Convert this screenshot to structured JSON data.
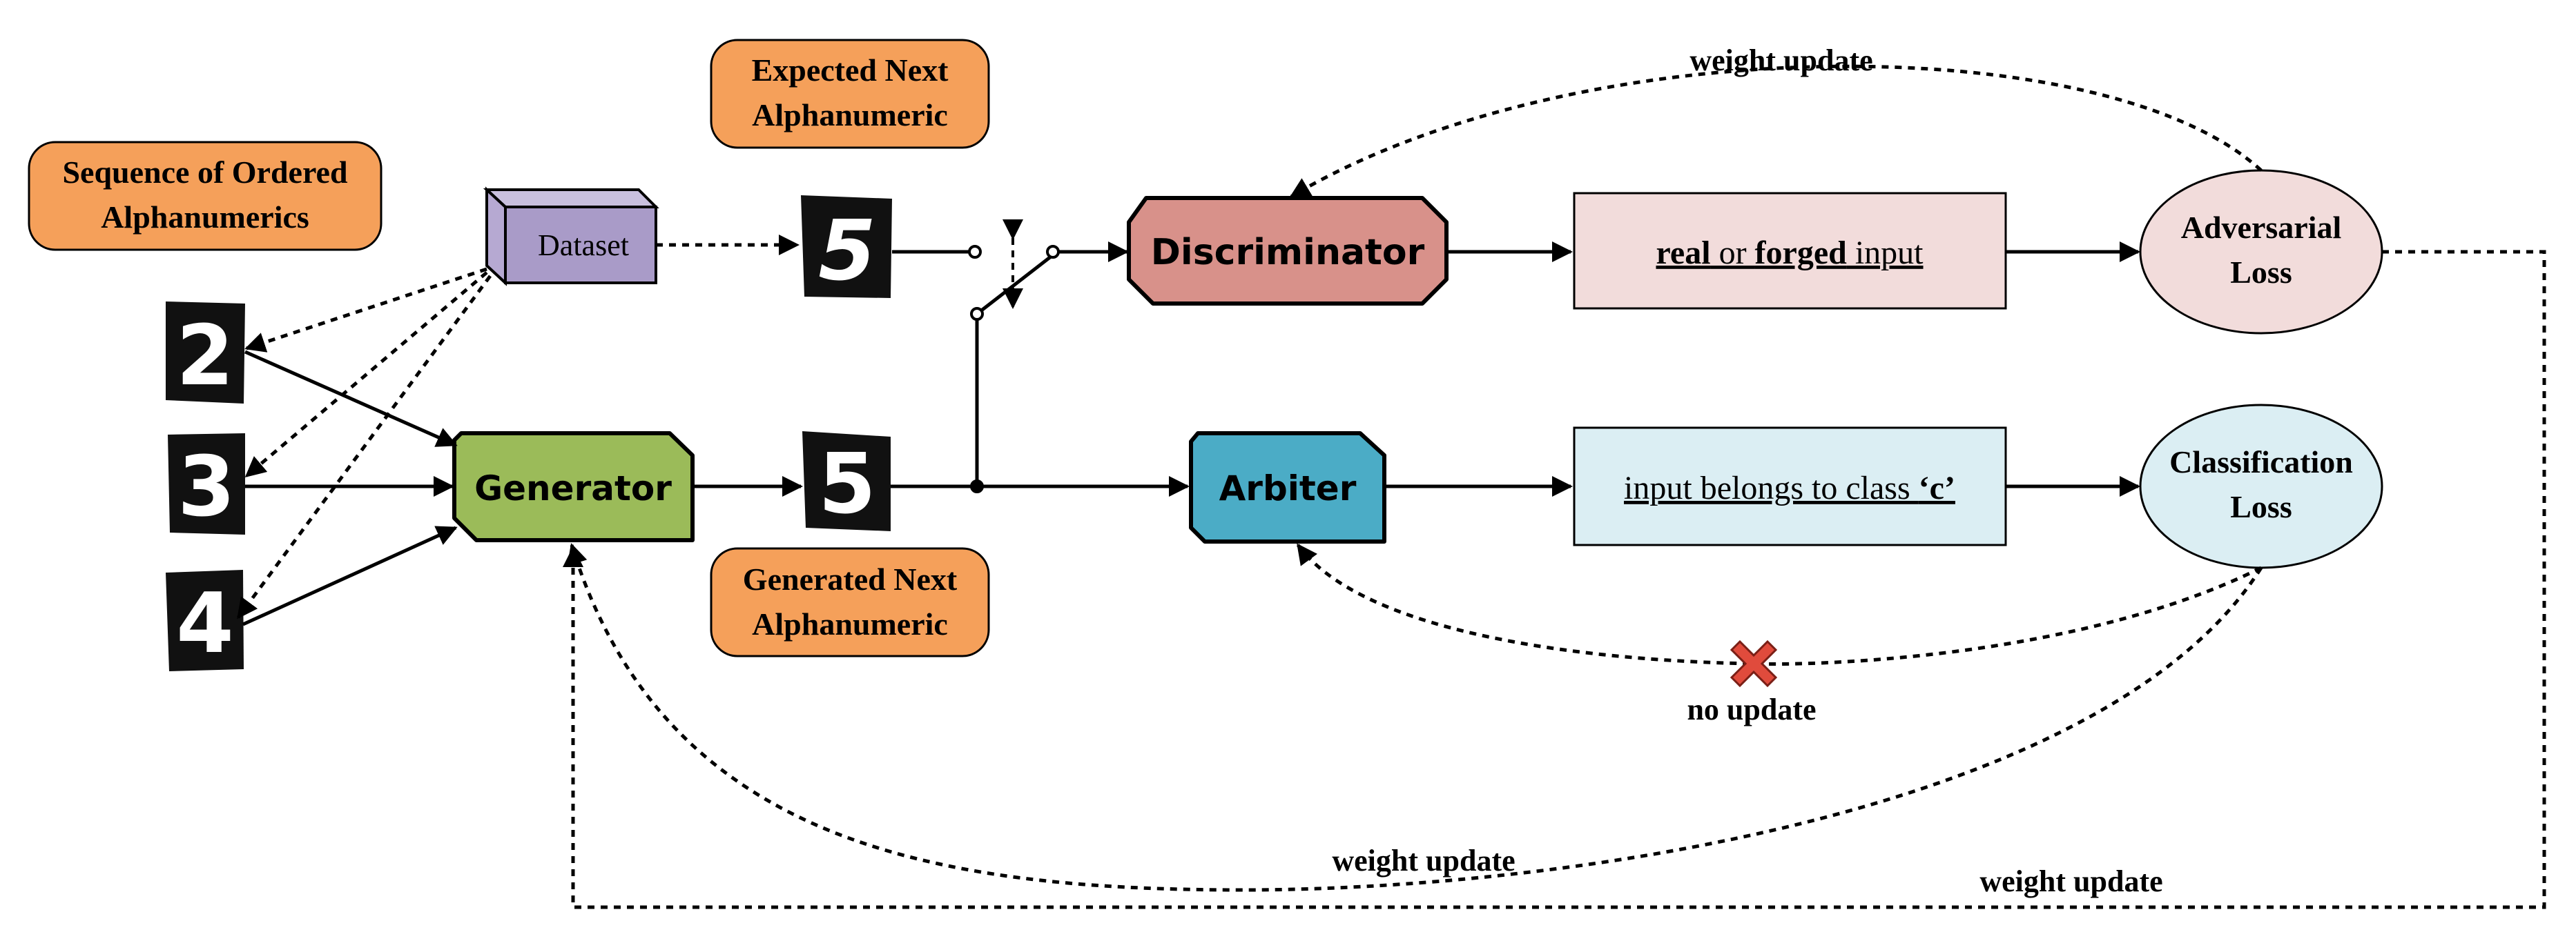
{
  "labels": {
    "sequence": [
      "Sequence of Ordered",
      "Alphanumerics"
    ],
    "expected": [
      "Expected Next",
      "Alphanumeric"
    ],
    "generated": [
      "Generated Next",
      "Alphanumeric"
    ],
    "dataset": "Dataset",
    "generator": "Generator",
    "discriminator": "Discriminator",
    "arbiter": "Arbiter",
    "adversarial_loss": [
      "Adversarial",
      "Loss"
    ],
    "classification_loss": [
      "Classification",
      "Loss"
    ],
    "real_forged": {
      "real": "real",
      "or": " or ",
      "forged": "forged",
      "input": " input"
    },
    "input_class": {
      "text": "input belongs to class ",
      "cls": "‘c’"
    },
    "weight_update_top": "weight update",
    "weight_update_bottom_left": "weight update",
    "weight_update_bottom_right": "weight update",
    "no_update": "no update"
  },
  "digits": {
    "seq": [
      "2",
      "3",
      "4"
    ],
    "expected": "5",
    "generated": "5"
  },
  "colors": {
    "orange": "#f5a05a",
    "dataset": "#a99bc8",
    "generator": "#9bbb59",
    "discriminator": "#d8918a",
    "arbiter": "#4bacc6",
    "real_box": "#f2dcdb",
    "class_box": "#dbeef3",
    "cross": "#e04b3c"
  }
}
